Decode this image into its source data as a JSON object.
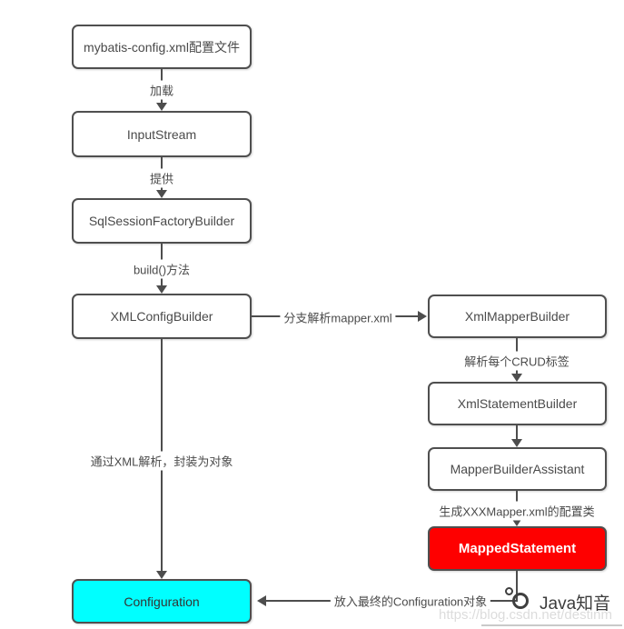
{
  "diagram": {
    "nodes": {
      "mybatis_config": {
        "label": "mybatis-config.xml配置文件",
        "fill": "#ffffff",
        "text_color": "#4a4a4a"
      },
      "input_stream": {
        "label": "InputStream",
        "fill": "#ffffff",
        "text_color": "#4a4a4a"
      },
      "sql_session_factory_builder": {
        "label": "SqlSessionFactoryBuilder",
        "fill": "#ffffff",
        "text_color": "#4a4a4a"
      },
      "xml_config_builder": {
        "label": "XMLConfigBuilder",
        "fill": "#ffffff",
        "text_color": "#4a4a4a"
      },
      "xml_mapper_builder": {
        "label": "XmlMapperBuilder",
        "fill": "#ffffff",
        "text_color": "#4a4a4a"
      },
      "xml_statement_builder": {
        "label": "XmlStatementBuilder",
        "fill": "#ffffff",
        "text_color": "#4a4a4a"
      },
      "mapper_builder_assistant": {
        "label": "MapperBuilderAssistant",
        "fill": "#ffffff",
        "text_color": "#4a4a4a"
      },
      "mapped_statement": {
        "label": "MappedStatement",
        "fill": "#fe0000",
        "text_color": "#ffffff"
      },
      "configuration": {
        "label": "Configuration",
        "fill": "#00ffff",
        "text_color": "#333333"
      }
    },
    "edge_labels": {
      "load": "加载",
      "provide": "提供",
      "build_method": "build()方法",
      "branch_parse_mapper": "分支解析mapper.xml",
      "parse_crud": "解析每个CRUD标签",
      "generate_config": "生成XXXMapper.xml的配置类",
      "parse_xml_wrap": "通过XML解析，封装为对象",
      "put_into_configuration": "放入最终的Configuration对象"
    },
    "colors": {
      "line": "#4d4d4d",
      "node_border": "#4f4f4f",
      "label_text": "#4a4a4a",
      "highlight_red": "#fe0000",
      "highlight_cyan": "#00ffff"
    }
  },
  "watermark": {
    "brand": "Java知音",
    "url": "https://blog.csdn.net/destinm"
  }
}
